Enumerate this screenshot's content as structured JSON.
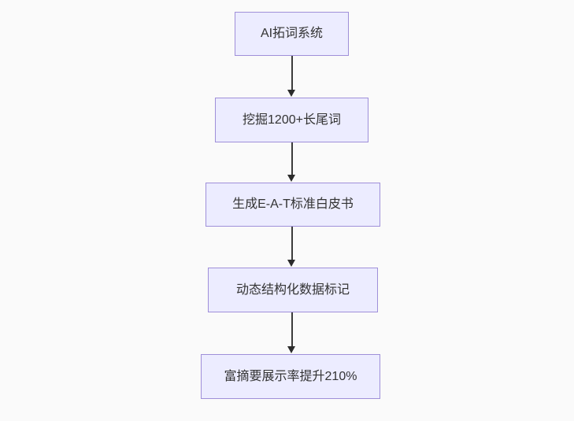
{
  "page": {
    "kind": "flowchart",
    "direction": "top-down",
    "background_color": "#fafafa"
  },
  "flowchart": {
    "colors": {
      "node_fill": "#ececff",
      "node_border": "#9f8fd9",
      "arrow": "#333333",
      "text": "#333333"
    },
    "nodes": [
      {
        "id": "node-1",
        "label": "AI拓词系统"
      },
      {
        "id": "node-2",
        "label": "挖掘1200+长尾词"
      },
      {
        "id": "node-3",
        "label": "生成E-A-T标准白皮书"
      },
      {
        "id": "node-4",
        "label": "动态结构化数据标记"
      },
      {
        "id": "node-5",
        "label": "富摘要展示率提升210%"
      }
    ],
    "edges": [
      {
        "from": "node-1",
        "to": "node-2"
      },
      {
        "from": "node-2",
        "to": "node-3"
      },
      {
        "from": "node-3",
        "to": "node-4"
      },
      {
        "from": "node-4",
        "to": "node-5"
      }
    ]
  }
}
